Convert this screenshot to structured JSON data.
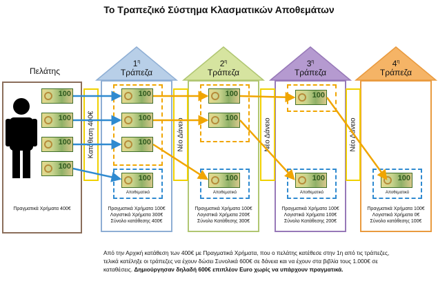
{
  "title": "Το Τραπεζικό Σύστημα Κλασματικών Αποθεμάτων",
  "client": {
    "label": "Πελάτης",
    "money": "Πραγματικά Χρήματα 400€"
  },
  "note_value": "100",
  "reserve_label": "Αποθεματικό",
  "deposit_label": "Κατάθεση 400€",
  "new_loan_label": "Νέο Δάνειο",
  "colors": {
    "bank1": "#b8cfe8",
    "bank2": "#d6e4a0",
    "bank3": "#b59ad0",
    "bank4": "#f5b466",
    "arrow_blue": "#2f8ad0",
    "arrow_orange": "#f0a500"
  },
  "banks": [
    {
      "num": "1",
      "sup": "η",
      "name": "Τράπεζα",
      "stats": [
        "Πραγματικά Χρήματα 100€",
        "Λογιστικά Χρήματα 300€",
        "Σύνολο κατάθεσης 400€"
      ]
    },
    {
      "num": "2",
      "sup": "η",
      "name": "Τράπεζα",
      "stats": [
        "Πραγματικά Χρήματα 100€",
        "Λογιστικά Χρήματα 200€",
        "Σύνολο Κατάθεσης 300€"
      ]
    },
    {
      "num": "3",
      "sup": "η",
      "name": "Τράπεζα",
      "stats": [
        "Πραγματικά Χρήματα 100€",
        "Λογιστικά Χρήματα 100€",
        "Σύνολο Κατάθεσης 200€"
      ]
    },
    {
      "num": "4",
      "sup": "η",
      "name": "Τράπεζα",
      "stats": [
        "Πραγματικά Χρήματα 100€",
        "Λογιστικά Χρήματα 0€",
        "Σύνολο κατάθεσης 100€"
      ]
    }
  ],
  "footer": {
    "line1": "Από την Αρχική κατάθεση των 400€ με Πραγματικά Χρήματα, που ο πελάτης κατέθεσε στην 1η από τις τράπεζες,",
    "line2": "τελικά κατέληξε οι τράπεζες να έχουν δώσει Συνολικά 600€ σε δάνεια και να έχουν στα βιβλία τους 1.000€ σε",
    "line3a": "καταθέσεις. ",
    "line3b": "Δημιούργησαν δηλαδή 600€ επιπλέον Euro χωρίς να υπάρχουν πραγματικά."
  }
}
